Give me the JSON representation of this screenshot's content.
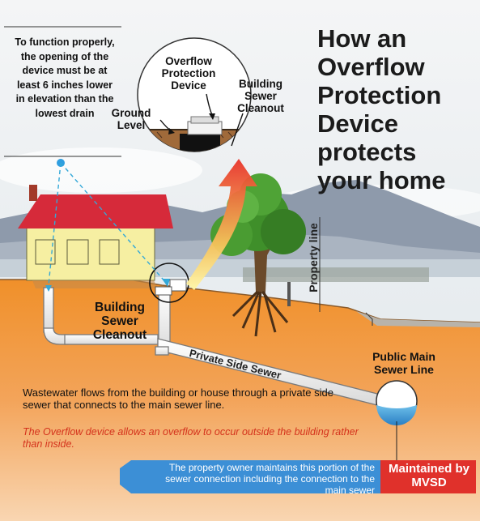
{
  "title": "How an Overflow Protection Device protects your home",
  "function_note": "To function properly, the opening of the device must be at least 6 inches lower in elevation than the lowest drain",
  "labels": {
    "overflow_device": "Overflow Protection Device",
    "building_sewer_cleanout_top": "Building Sewer Cleanout",
    "ground_level": "Ground Level",
    "building_sewer_cleanout_main": "Building Sewer Cleanout",
    "private_side_sewer": "Private Side Sewer",
    "property_line": "Property line",
    "public_main_sewer_line": "Public Main Sewer Line"
  },
  "notes": {
    "wastewater": "Wastewater flows from the building or house through a private side sewer that connects to the main sewer line.",
    "overflow": "The Overflow device allows an overflow to occur outside the building rather than inside."
  },
  "banner": {
    "owner": "The property owner maintains this portion of the sewer connection including the connection to the main sewer",
    "mvsd": "Maintained by MVSD"
  },
  "colors": {
    "sky": "#e9eef1",
    "mountain": "#7b8799",
    "soil": "#e8892a",
    "house_wall": "#f6efa2",
    "roof": "#d62a3a",
    "banner_blue": "#3c8fd6",
    "banner_red": "#e0312b",
    "arrow_red": "#e8332a",
    "dashed_line": "#33a8d8",
    "tree_green": "#3f8f2a"
  }
}
